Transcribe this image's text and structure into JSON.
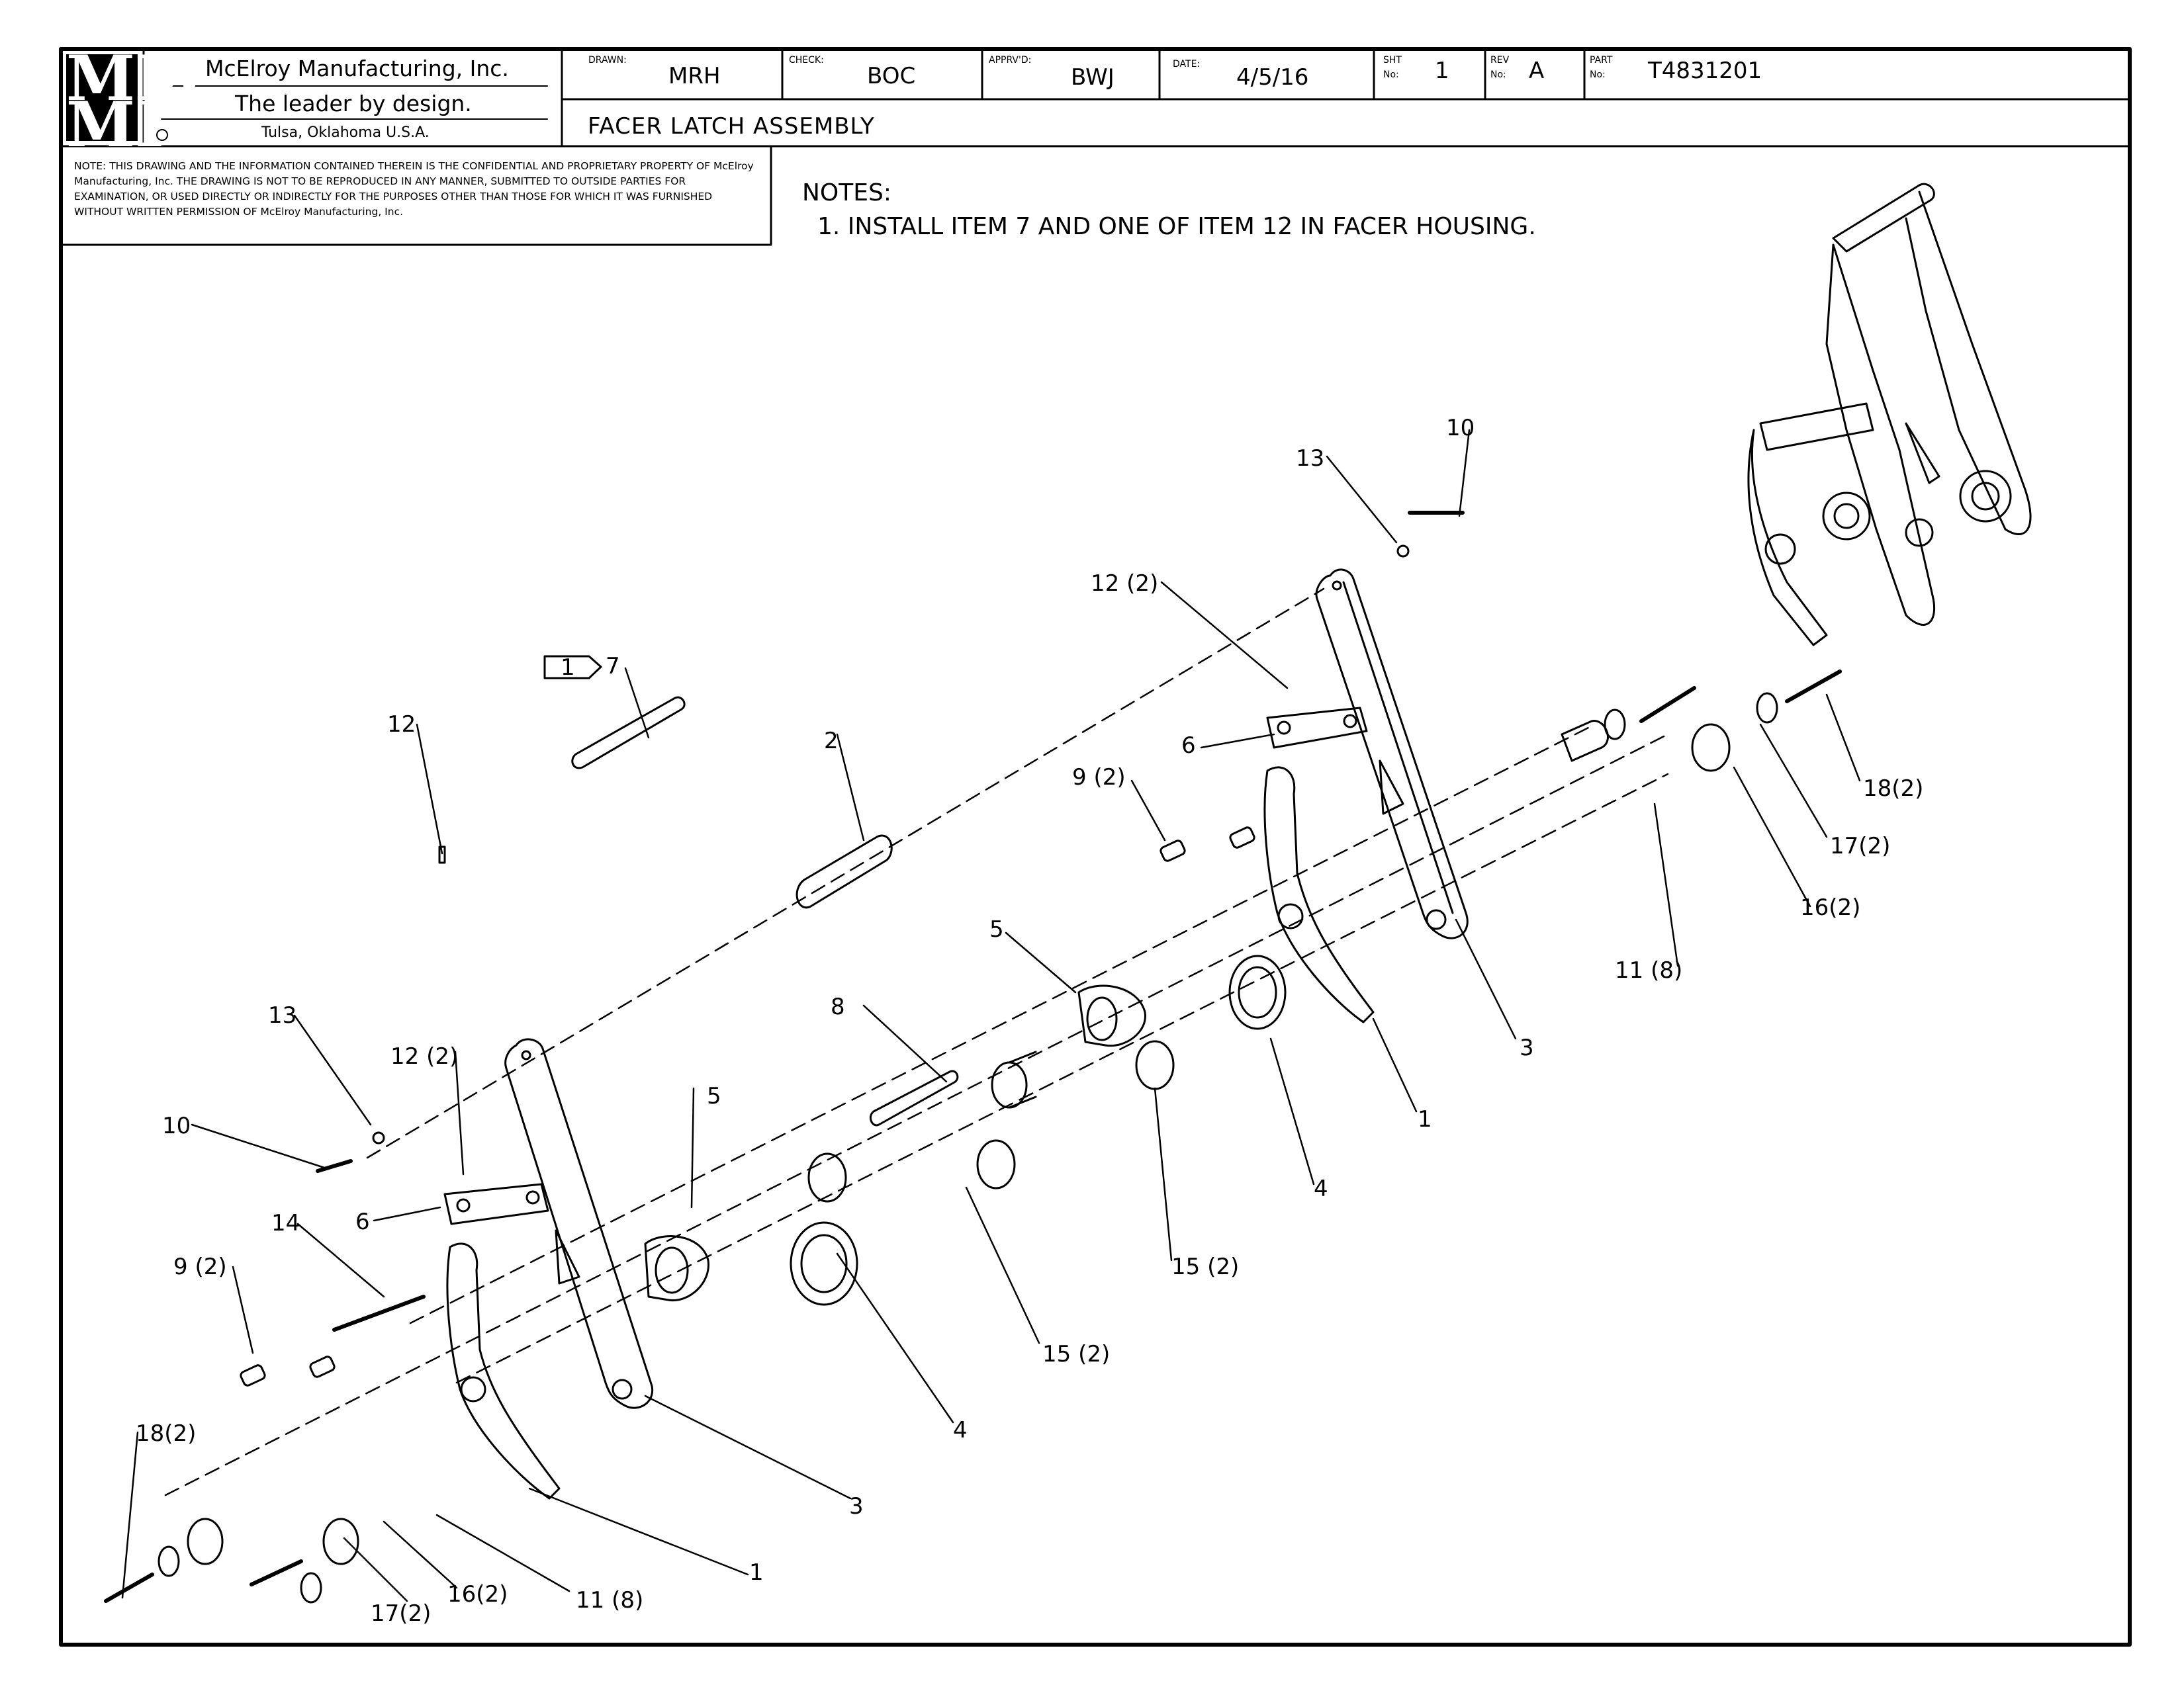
{
  "title_block": {
    "logo_top": "MM",
    "logo_bottom": "MI",
    "company": "McElroy Manufacturing, Inc.",
    "tagline": "The leader by design.",
    "city": "Tulsa, Oklahoma U.S.A.",
    "drawn_label": "DRAWN:",
    "drawn_value": "MRH",
    "check_label": "CHECK:",
    "check_value": "BOC",
    "approved_label": "APPRV'D:",
    "approved_value": "BWJ",
    "date_label": "DATE:",
    "date_value": "4/5/16",
    "sheet_label_1": "SHT",
    "sheet_label_2": "No:",
    "sheet_value": "1",
    "rev_label_1": "REV",
    "rev_label_2": "No:",
    "rev_value": "A",
    "part_label_1": "PART",
    "part_label_2": "No:",
    "part_value": "T4831201",
    "drawing_title": "FACER LATCH ASSEMBLY"
  },
  "confidential_note": "NOTE: THIS DRAWING AND THE INFORMATION CONTAINED THEREIN IS THE CONFIDENTIAL AND PROPRIETARY PROPERTY OF McElroy Manufacturing, Inc. THE DRAWING IS NOT TO BE REPRODUCED IN ANY MANNER, SUBMITTED TO OUTSIDE PARTIES FOR EXAMINATION, OR USED DIRECTLY OR INDIRECTLY FOR THE PURPOSES OTHER THAN THOSE FOR WHICH IT WAS FURNISHED WITHOUT WRITTEN PERMISSION OF McElroy Manufacturing, Inc.",
  "notes": {
    "heading": "NOTES:",
    "items": [
      "1. INSTALL ITEM 7 AND ONE OF ITEM 12 IN FACER HOUSING."
    ]
  },
  "note_flag": "1",
  "callouts": {
    "c7": "7",
    "c12_top": "12",
    "c2": "2",
    "c12_2_upper": "12 (2)",
    "c6_upper": "6",
    "c9_2_upper": "9 (2)",
    "c5_upper": "5",
    "c13_upper": "13",
    "c10_upper": "10",
    "c18_2_right": "18(2)",
    "c17_2_right": "17(2)",
    "c16_2_right": "16(2)",
    "c11_8_right": "11 (8)",
    "c3_right": "3",
    "c1_right": "1",
    "c4_right": "4",
    "c15_2_right": "15 (2)",
    "c8": "8",
    "c13_lower": "13",
    "c12_2_lower": "12 (2)",
    "c10_lower": "10",
    "c14": "14",
    "c6_lower": "6",
    "c9_2_lower": "9 (2)",
    "c5_lower": "5",
    "c15_2_lower": "15 (2)",
    "c4_lower": "4",
    "c3_lower": "3",
    "c1_lower": "1",
    "c18_2_left": "18(2)",
    "c17_2_left": "17(2)",
    "c16_2_left": "16(2)",
    "c11_8_left": "11 (8)"
  }
}
